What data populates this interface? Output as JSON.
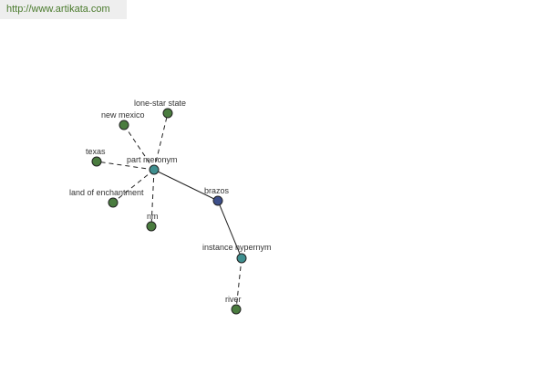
{
  "banner": {
    "url": "http://www.artikata.com"
  },
  "colors": {
    "leaf": "#4a7c3f",
    "relation": "#3f8f8f",
    "center": "#3d4f8a"
  },
  "graph": {
    "nodes": [
      {
        "id": "brazos",
        "label": "brazos",
        "kind": "center"
      },
      {
        "id": "part-meronym",
        "label": "part meronym",
        "kind": "relation"
      },
      {
        "id": "instance-hypernym",
        "label": "instance hypernym",
        "kind": "relation"
      },
      {
        "id": "lone-star-state",
        "label": "lone-star state",
        "kind": "leaf"
      },
      {
        "id": "new-mexico",
        "label": "new mexico",
        "kind": "leaf"
      },
      {
        "id": "texas",
        "label": "texas",
        "kind": "leaf"
      },
      {
        "id": "land-of-enchantment",
        "label": "land of enchantment",
        "kind": "leaf"
      },
      {
        "id": "nm",
        "label": "nm",
        "kind": "leaf"
      },
      {
        "id": "river",
        "label": "river",
        "kind": "leaf"
      }
    ],
    "edges": [
      {
        "from": "brazos",
        "to": "part-meronym",
        "style": "solid"
      },
      {
        "from": "brazos",
        "to": "instance-hypernym",
        "style": "solid"
      },
      {
        "from": "part-meronym",
        "to": "lone-star-state",
        "style": "dashed"
      },
      {
        "from": "part-meronym",
        "to": "new-mexico",
        "style": "dashed"
      },
      {
        "from": "part-meronym",
        "to": "texas",
        "style": "dashed"
      },
      {
        "from": "part-meronym",
        "to": "land-of-enchantment",
        "style": "dashed"
      },
      {
        "from": "part-meronym",
        "to": "nm",
        "style": "dashed"
      },
      {
        "from": "instance-hypernym",
        "to": "river",
        "style": "dashed"
      }
    ]
  }
}
